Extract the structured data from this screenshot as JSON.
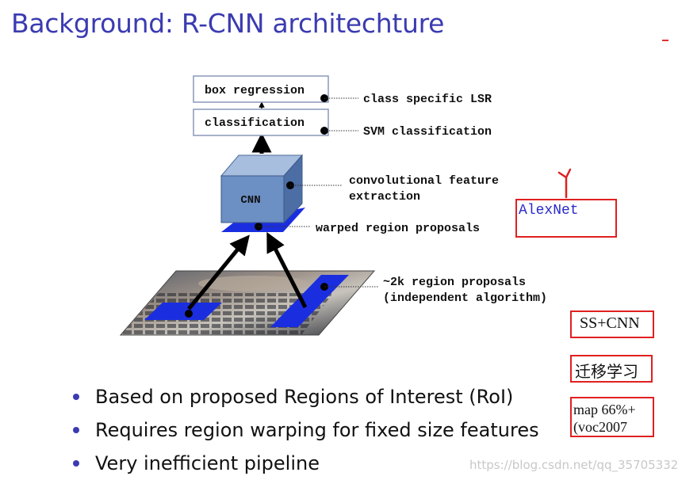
{
  "title": "Background: R-CNN architechture",
  "diagram": {
    "box_regression": "box regression",
    "classification": "classification",
    "cnn": "CNN",
    "label_lsr": "class specific LSR",
    "label_svm": "SVM classification",
    "label_conv_1": "convolutional feature",
    "label_conv_2": "extraction",
    "label_warped": "warped region proposals",
    "label_proposals_1": "~2k region proposals",
    "label_proposals_2": "(independent algorithm)"
  },
  "bullets": [
    "Based on proposed Regions of Interest (RoI)",
    "Requires region warping for fixed size features",
    "Very inefficient pipeline"
  ],
  "annotations": {
    "alexnet": "AlexNet",
    "ss_cnn": "SS+CNN",
    "transfer_learning": "迁移学习",
    "map_1": "map 66%+",
    "map_2": "(voc2007"
  },
  "watermark": "https://blog.csdn.net/qq_35705332",
  "colors": {
    "title": "#3b3bb2",
    "cnn_cube": "#6c8fc4",
    "region": "#1a2ee0",
    "annotation_border": "#e02020",
    "alexnet_text": "#2a2acc"
  }
}
